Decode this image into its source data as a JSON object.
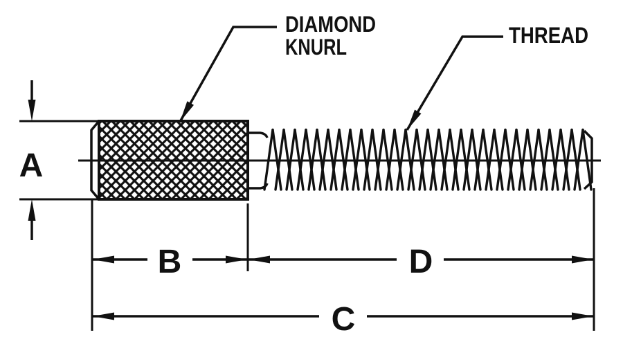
{
  "figure": {
    "type": "technical-drawing",
    "subject": "Knurled head thumb screw, side elevation",
    "colors": {
      "ink": "#111111",
      "background": "#ffffff"
    },
    "callouts": {
      "diamond_knurl": {
        "line1": "DIAMOND",
        "line2": "KNURL"
      },
      "thread": {
        "label": "THREAD"
      }
    },
    "dimensions": {
      "a": {
        "label": "A",
        "measures": "head diameter"
      },
      "b": {
        "label": "B",
        "measures": "knurled head length"
      },
      "c": {
        "label": "C",
        "measures": "overall length"
      },
      "d": {
        "label": "D",
        "measures": "thread length"
      }
    }
  }
}
